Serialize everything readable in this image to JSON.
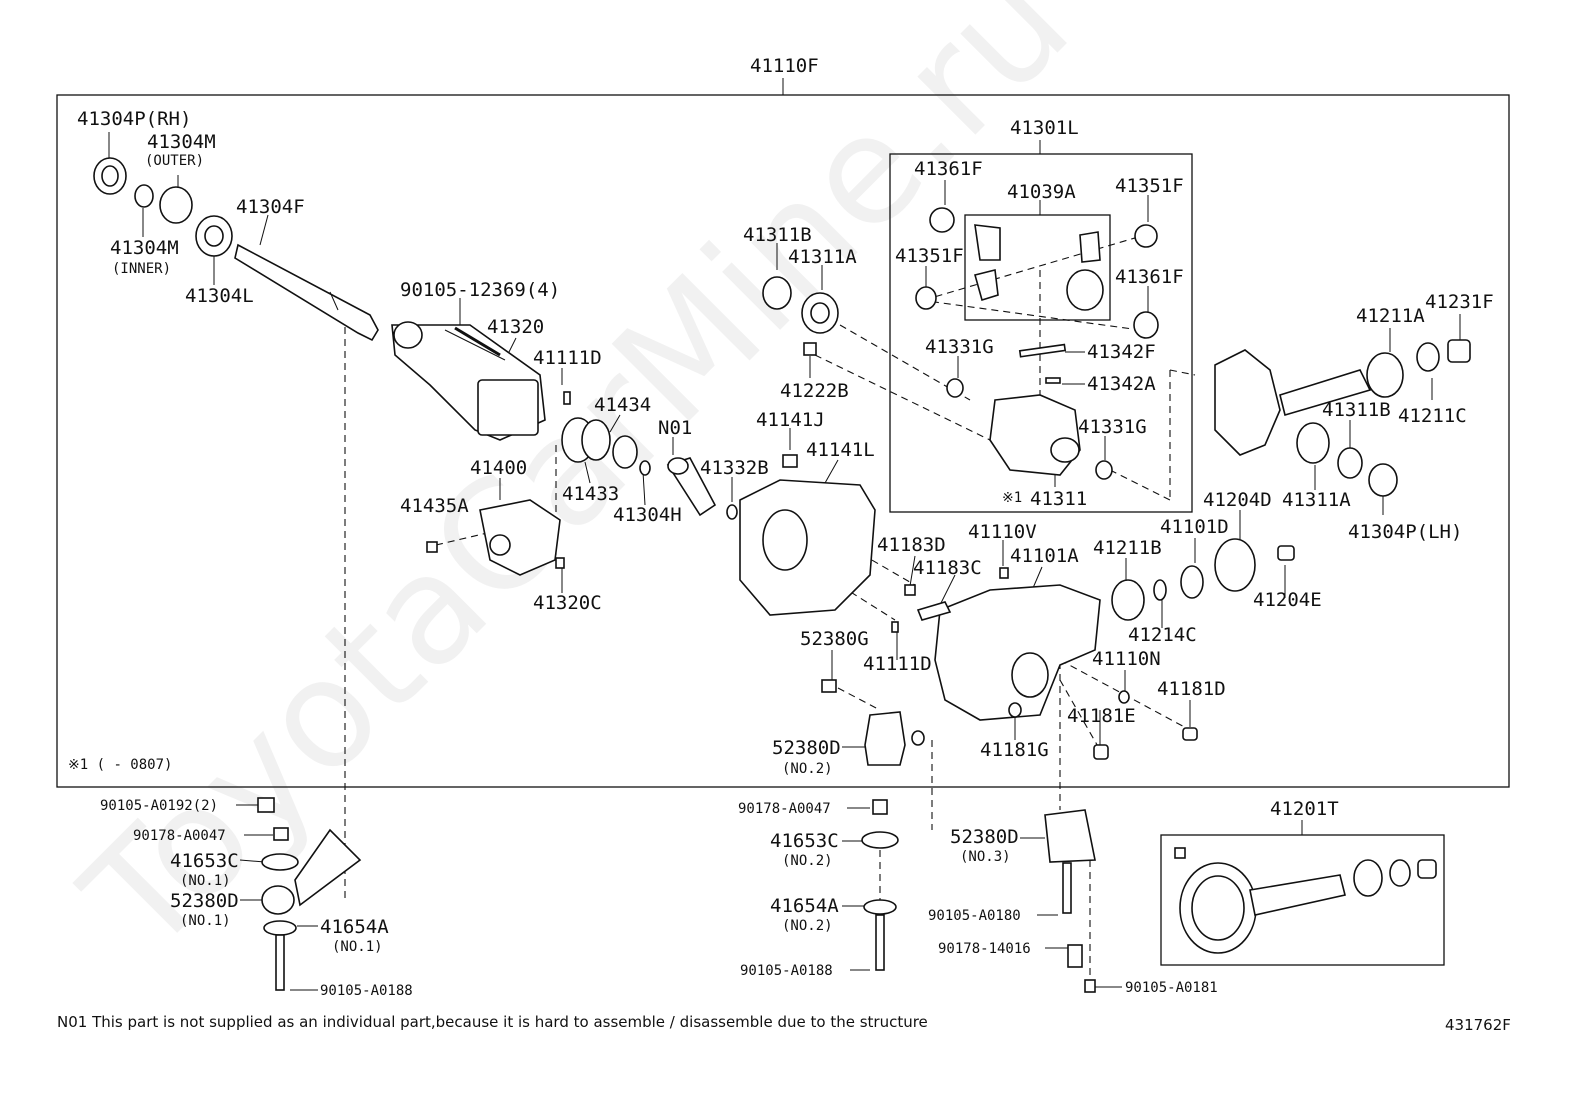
{
  "watermark": "ToyotaCarMine.ru",
  "labels": {
    "assembly": "41110F",
    "l41304P_RH": "41304P(RH)",
    "l41304M_outer": "41304M",
    "outer_note": "(OUTER)",
    "l41304M_inner": "41304M",
    "inner_note": "(INNER)",
    "l41304L": "41304L",
    "l41304F": "41304F",
    "l90105_12369": "90105-12369(4)",
    "l41320": "41320",
    "l41111D_a": "41111D",
    "l41434": "41434",
    "lN01": "N01",
    "l41433": "41433",
    "l41304H": "41304H",
    "l41332B": "41332B",
    "l41400": "41400",
    "l41435A": "41435A",
    "l41320C": "41320C",
    "l41311B_a": "41311B",
    "l41311A_a": "41311A",
    "l41222B": "41222B",
    "l41141J": "41141J",
    "l41141L": "41141L",
    "l41301L": "41301L",
    "l41361F_a": "41361F",
    "l41039A": "41039A",
    "l41351F_a": "41351F",
    "l41351F_b": "41351F",
    "l41361F_b": "41361F",
    "l41331G_a": "41331G",
    "l41342F": "41342F",
    "l41342A": "41342A",
    "l41331G_b": "41331G",
    "l41311": "41311",
    "note_mark": "※1",
    "l41211A": "41211A",
    "l41231F": "41231F",
    "l41311B_b": "41311B",
    "l41211C": "41211C",
    "l41311A_b": "41311A",
    "l41304P_LH": "41304P(LH)",
    "l41204D": "41204D",
    "l41101D": "41101D",
    "l41211B": "41211B",
    "l41110V": "41110V",
    "l41101A": "41101A",
    "l41183D": "41183D",
    "l41183C": "41183C",
    "l41204E": "41204E",
    "l41214C": "41214C",
    "l41110N": "41110N",
    "l41181D": "41181D",
    "l41181E": "41181E",
    "l41181G": "41181G",
    "l41111D_b": "41111D",
    "l52380G": "52380G",
    "l52380D_no2": "52380D",
    "no2_a": "(NO.2)",
    "footnote": "※1 (       - 0807)",
    "l90105_A0192": "90105-A0192(2)",
    "l90178_A0047_a": "90178-A0047",
    "l41653C_no1": "41653C",
    "no1_a": "(NO.1)",
    "l52380D_no1": "52380D",
    "no1_b": "(NO.1)",
    "l41654A_no1": "41654A",
    "no1_c": "(NO.1)",
    "l90105_A0188_a": "90105-A0188",
    "l90178_A0047_b": "90178-A0047",
    "l41653C_no2": "41653C",
    "no2_b": "(NO.2)",
    "l41654A_no2": "41654A",
    "no2_c": "(NO.2)",
    "l90105_A0188_b": "90105-A0188",
    "l52380D_no3": "52380D",
    "no3": "(NO.3)",
    "l90105_A0180": "90105-A0180",
    "l90178_14016": "90178-14016",
    "l90105_A0181": "90105-A0181",
    "l41201T": "41201T"
  },
  "footer": {
    "note": "N01 This part is not supplied as an individual part,because it is hard to assemble / disassemble due to the structure",
    "code": "431762F"
  }
}
